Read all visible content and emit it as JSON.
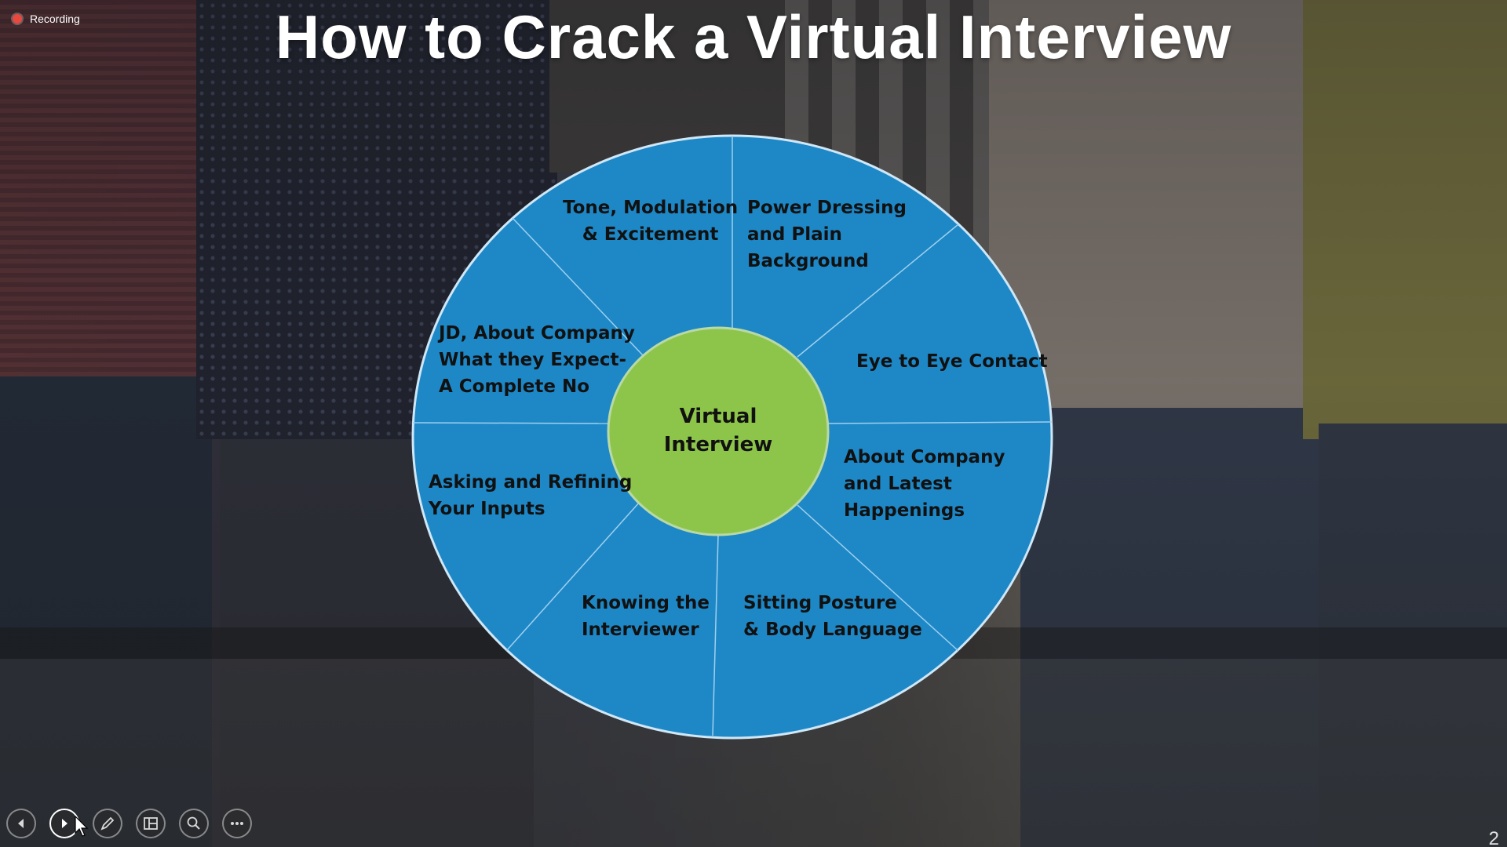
{
  "recording": {
    "label": "Recording"
  },
  "slide": {
    "title": "How to Crack a Virtual Interview",
    "page_number": "2"
  },
  "wheel": {
    "center_label": "Virtual\nInterview",
    "center_color": "#8dc54b",
    "ring_color": "#1e88c7",
    "divider_color": "#9fd0ee",
    "segments": [
      {
        "label": "Tone, Modulation\n& Excitement"
      },
      {
        "label": "Power Dressing\nand Plain\nBackground"
      },
      {
        "label": "Eye to Eye Contact"
      },
      {
        "label": "About Company\nand Latest\nHappenings"
      },
      {
        "label": "Sitting Posture\n& Body Language"
      },
      {
        "label": "Knowing the\nInterviewer"
      },
      {
        "label": "Asking and Refining\nYour Inputs"
      },
      {
        "label": "JD, About Company\nWhat they Expect-\nA Complete No"
      }
    ]
  },
  "toolbar": {
    "buttons": [
      {
        "icon": "previous-slide-icon"
      },
      {
        "icon": "next-slide-icon"
      },
      {
        "icon": "pen-icon"
      },
      {
        "icon": "see-all-slides-icon"
      },
      {
        "icon": "zoom-icon"
      },
      {
        "icon": "more-options-icon"
      }
    ]
  }
}
